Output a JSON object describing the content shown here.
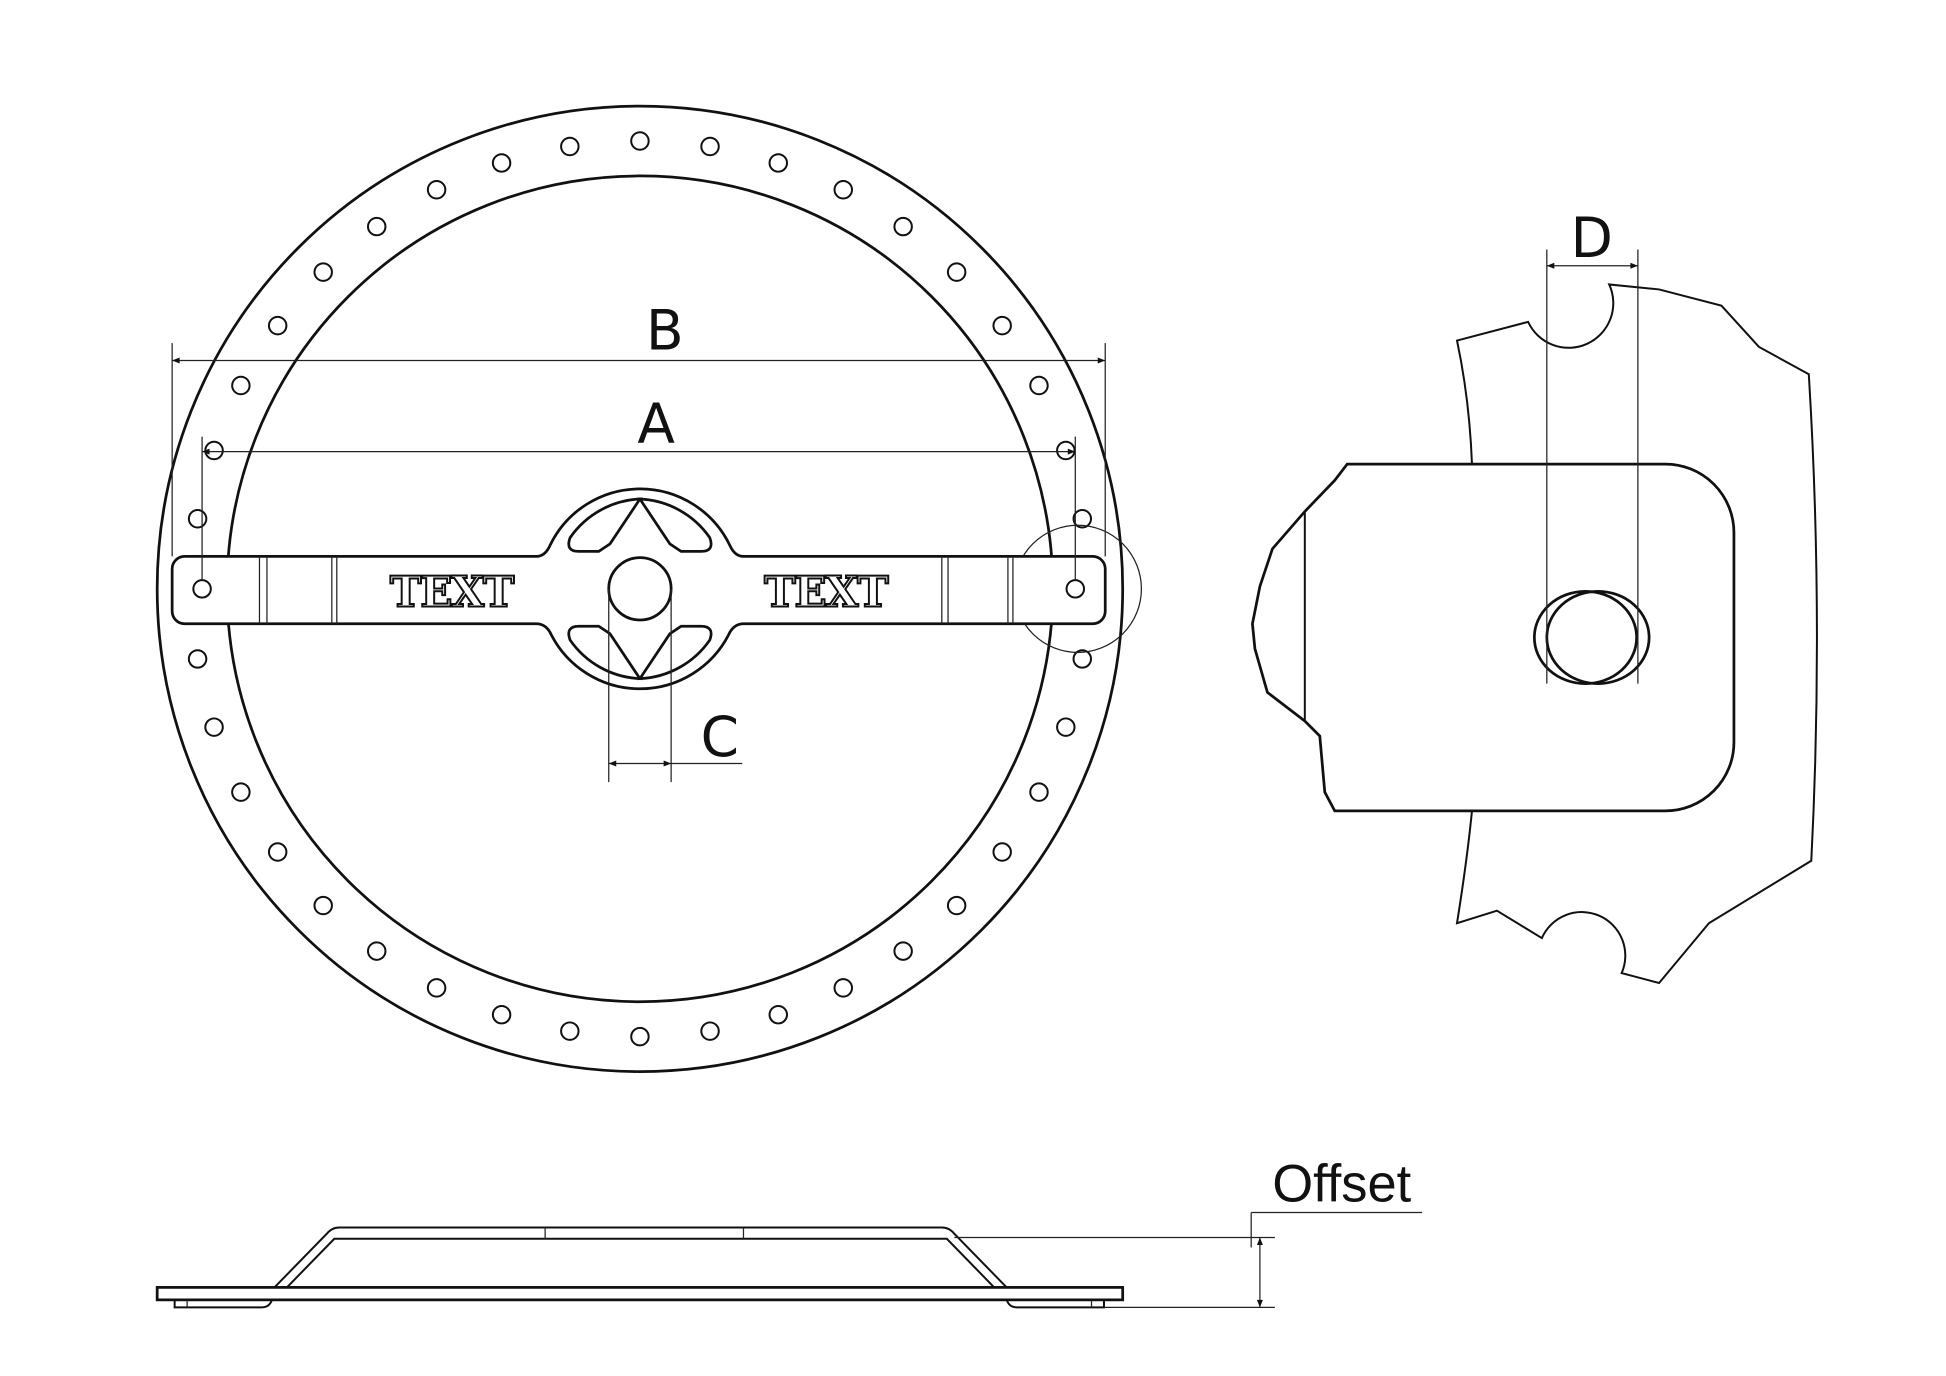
{
  "drawing": {
    "front_view": {
      "engraving_left": "TEXT",
      "engraving_right": "TEXT",
      "bolt_hole_count": 40
    },
    "dimensions": {
      "a_label": "A",
      "b_label": "B",
      "c_label": "C",
      "d_label": "D",
      "offset_label": "Offset"
    },
    "colors": {
      "line": "#111111",
      "background": "#ffffff"
    }
  }
}
